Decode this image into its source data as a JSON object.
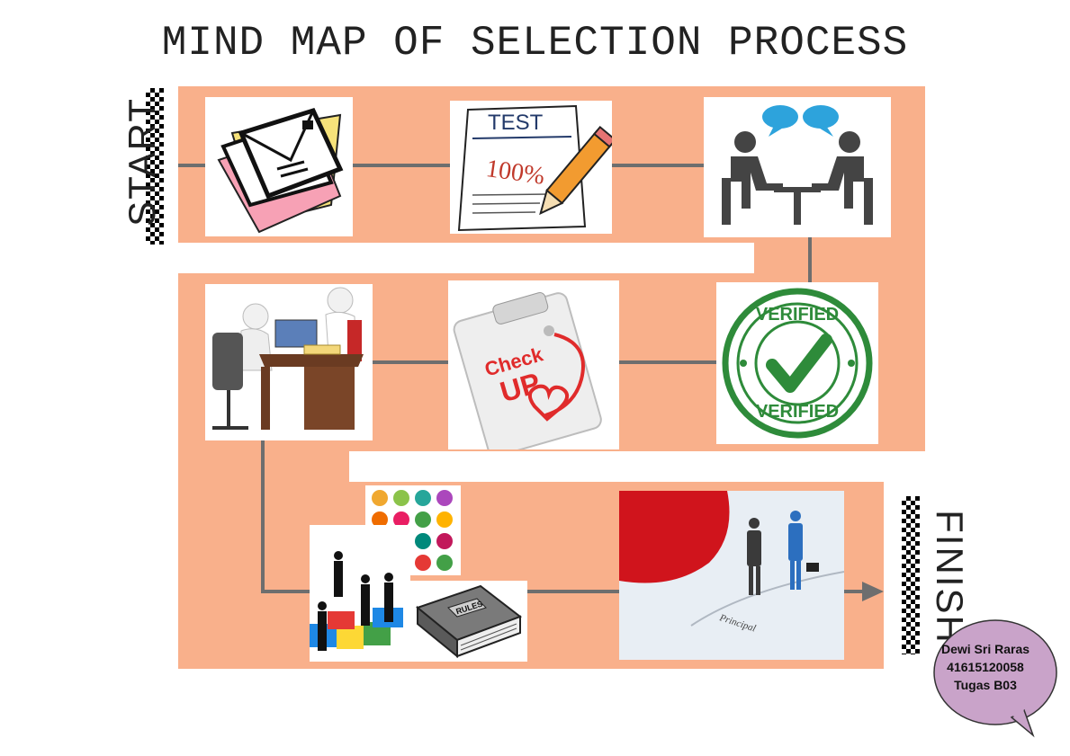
{
  "title": "MIND MAP OF SELECTION PROCESS",
  "start_label": "START",
  "finish_label": "FINISH",
  "author": {
    "name": "Dewi Sri Raras",
    "id": "41615120058",
    "task": "Tugas B03"
  },
  "steps": {
    "test_paper_title": "TEST",
    "test_score": "100%",
    "verified_text": "VERIFIED",
    "checkup_text_1": "Check",
    "checkup_text_2": "UP",
    "rules_text": "RULES",
    "principal_text": "Principal"
  },
  "colors": {
    "band": "#f9b08b",
    "connector": "#6e6e6e",
    "bubble": "#c9a3c9",
    "verified_green": "#2e8b3a",
    "checkup_red": "#e02b2b"
  }
}
